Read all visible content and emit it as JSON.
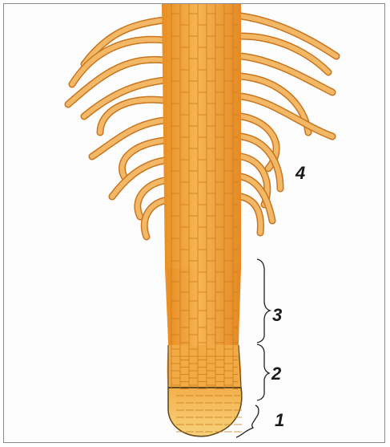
{
  "diagram": {
    "labels": {
      "root_cap": "1",
      "meristematic_zone": "2",
      "elongation_zone": "3",
      "root_hair_zone": "4"
    },
    "colors": {
      "root_fill": "#f2a33a",
      "root_light": "#f9c877",
      "cell_line": "#c97a1c",
      "outline": "#3a2a10",
      "hair": "#eeaa52",
      "label": "#1a1a1a"
    }
  }
}
